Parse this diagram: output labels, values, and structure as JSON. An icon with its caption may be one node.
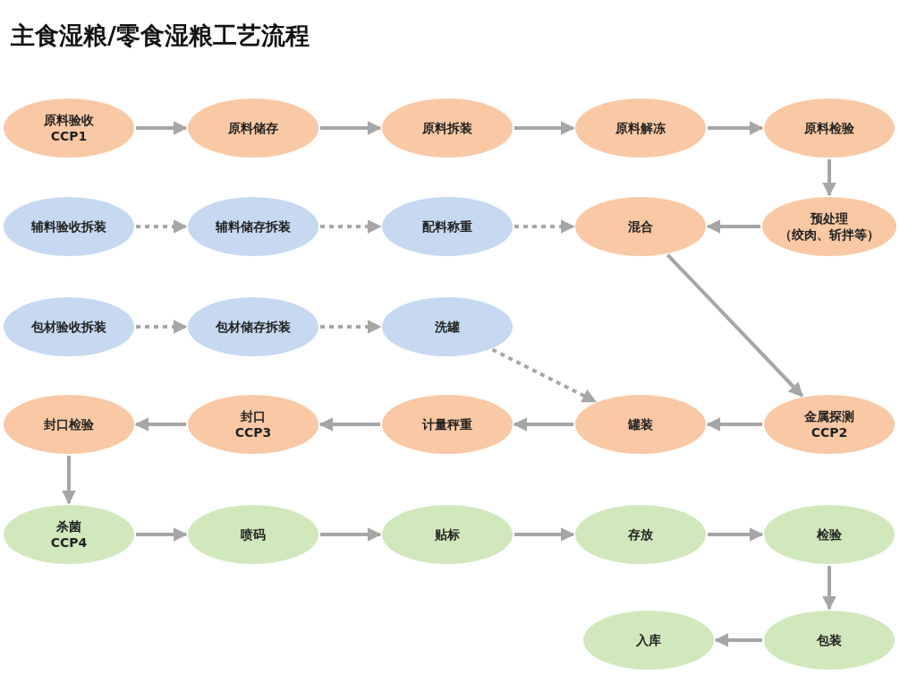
{
  "diagram": {
    "title": "主食湿粮/零食湿粮工艺流程",
    "nodes": [
      {
        "text": [
          "原料验收",
          "CCP1"
        ]
      },
      {
        "text": [
          "原料储存"
        ]
      },
      {
        "text": [
          "原料拆装"
        ]
      },
      {
        "text": [
          "原料解冻"
        ]
      },
      {
        "text": [
          "原料检验"
        ]
      },
      {
        "text": [
          "辅料验收拆装"
        ]
      },
      {
        "text": [
          "辅料储存拆装"
        ]
      },
      {
        "text": [
          "配料称重"
        ]
      },
      {
        "text": [
          "混合"
        ]
      },
      {
        "text": [
          "预处理",
          "（绞肉、斩拌等）"
        ]
      },
      {
        "text": [
          "包材验收拆装"
        ]
      },
      {
        "text": [
          "包材储存拆装"
        ]
      },
      {
        "text": [
          "洗罐"
        ]
      },
      {
        "text": [
          "封口检验"
        ]
      },
      {
        "text": [
          "封口",
          "CCP3"
        ]
      },
      {
        "text": [
          "计量秤重"
        ]
      },
      {
        "text": [
          "罐装"
        ]
      },
      {
        "text": [
          "金属探测",
          "CCP2"
        ]
      },
      {
        "text": [
          "杀菌",
          "CCP4"
        ]
      },
      {
        "text": [
          "喷码"
        ]
      },
      {
        "text": [
          "贴标"
        ]
      },
      {
        "text": [
          "存放"
        ]
      },
      {
        "text": [
          "检验"
        ]
      },
      {
        "text": [
          "入库"
        ]
      },
      {
        "text": [
          "包装"
        ]
      }
    ],
    "edges": [
      {
        "from": 0,
        "to": 1,
        "arrow": "to"
      },
      {
        "from": 1,
        "to": 2,
        "arrow": "to"
      },
      {
        "from": 2,
        "to": 3,
        "arrow": "to"
      },
      {
        "from": 3,
        "to": 4,
        "arrow": "to"
      },
      {
        "from": 4,
        "to": 9,
        "arrow": "to"
      },
      {
        "from": 9,
        "to": 8,
        "arrow": "to"
      },
      {
        "from": 5,
        "to": 6,
        "arrow": "to",
        "style": "dashed"
      },
      {
        "from": 6,
        "to": 7,
        "arrow": "to",
        "style": "dashed"
      },
      {
        "from": 7,
        "to": 8,
        "arrow": "to",
        "style": "dashed"
      },
      {
        "from": 8,
        "to": 17,
        "arrow": "to"
      },
      {
        "from": 10,
        "to": 11,
        "arrow": "to",
        "style": "dashed"
      },
      {
        "from": 11,
        "to": 12,
        "arrow": "to",
        "style": "dashed"
      },
      {
        "from": 12,
        "to": 16,
        "arrow": "to",
        "style": "dashed"
      },
      {
        "from": 17,
        "to": 16,
        "arrow": "to"
      },
      {
        "from": 16,
        "to": 15,
        "arrow": "to"
      },
      {
        "from": 15,
        "to": 14,
        "arrow": "to"
      },
      {
        "from": 14,
        "to": 13,
        "arrow": "to"
      },
      {
        "from": 13,
        "to": 18,
        "arrow": "to"
      },
      {
        "from": 18,
        "to": 19,
        "arrow": "to"
      },
      {
        "from": 19,
        "to": 20,
        "arrow": "to"
      },
      {
        "from": 20,
        "to": 21,
        "arrow": "to"
      },
      {
        "from": 21,
        "to": 22,
        "arrow": "to"
      },
      {
        "from": 22,
        "to": 24,
        "arrow": "to"
      },
      {
        "from": 24,
        "to": 23,
        "arrow": "to"
      }
    ]
  }
}
